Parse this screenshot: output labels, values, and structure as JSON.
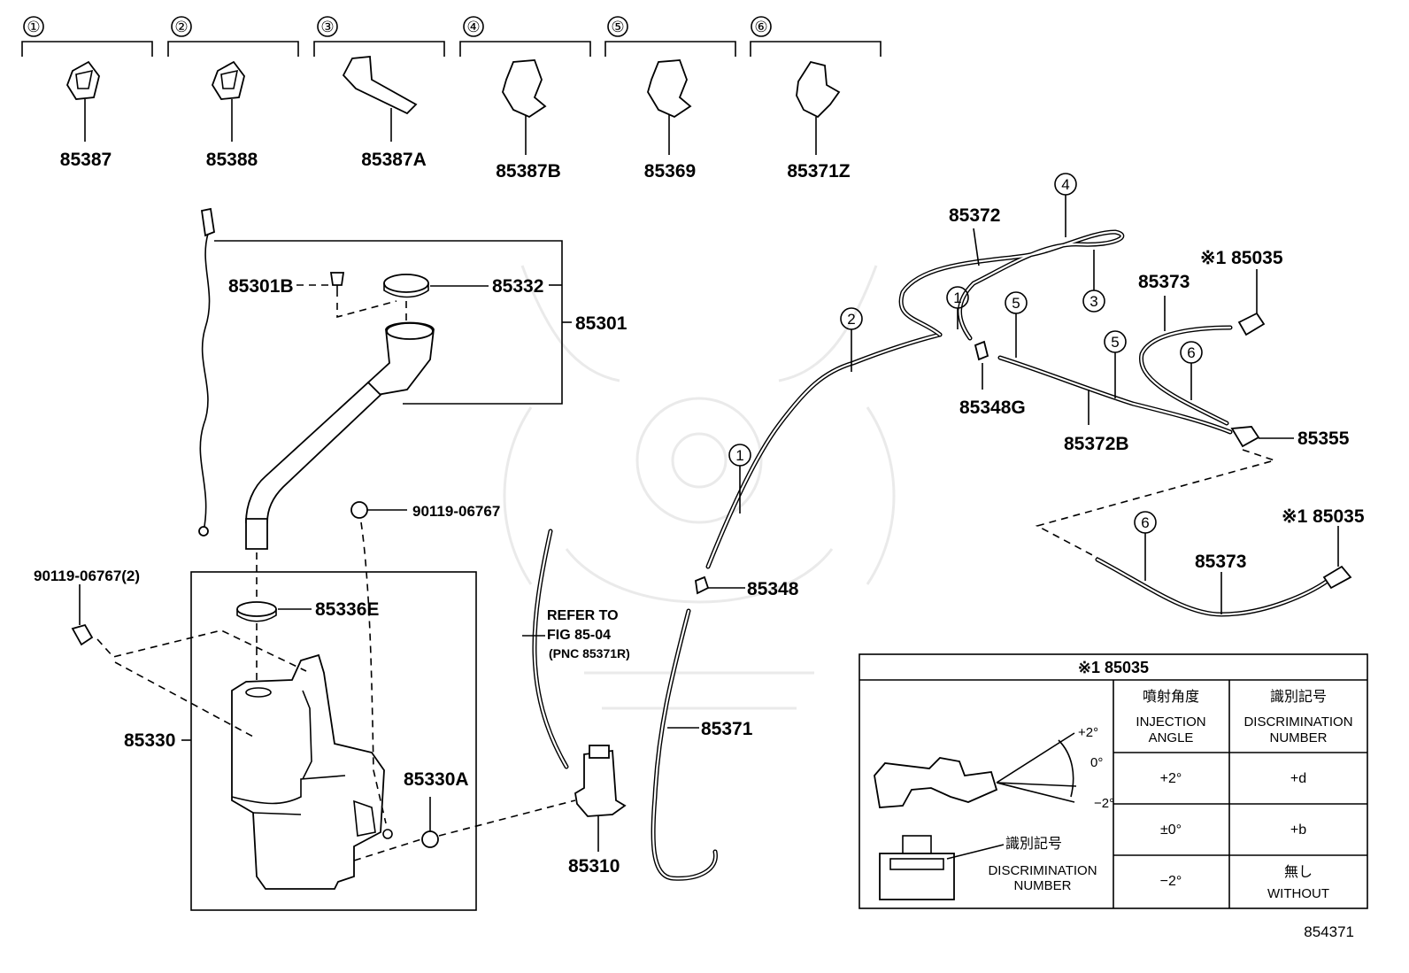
{
  "legend_clips": [
    {
      "circle": "①",
      "part": "85387"
    },
    {
      "circle": "②",
      "part": "85388"
    },
    {
      "circle": "③",
      "part": "85387A"
    },
    {
      "circle": "④",
      "part": "85387B"
    },
    {
      "circle": "⑤",
      "part": "85369"
    },
    {
      "circle": "⑥",
      "part": "85371Z"
    }
  ],
  "callouts": {
    "p85301B": "85301B",
    "p85332": "85332",
    "p85301": "85301",
    "p90119_top": "90119-06767",
    "p90119_left": "90119-06767(2)",
    "p85336E": "85336E",
    "p85330": "85330",
    "p85330A": "85330A",
    "p85310": "85310",
    "p85371": "85371",
    "p85348": "85348",
    "p85372": "85372",
    "p85348G": "85348G",
    "p85372B": "85372B",
    "p85373_top": "85373",
    "p85035_top": "※1 85035",
    "p85355": "85355",
    "p85035_bottom": "※1 85035",
    "p85373_bottom": "85373"
  },
  "clip_markers": {
    "c1a": "1",
    "c2": "2",
    "c1b": "1",
    "c4": "4",
    "c3": "3",
    "c5a": "5",
    "c5b": "5",
    "c6a": "6",
    "c6b": "6"
  },
  "refer_note": {
    "line1": "REFER TO",
    "line2": "FIG 85-04",
    "line3": "(PNC 85371R)"
  },
  "table": {
    "title": "※1 85035",
    "col1_jp": "噴射角度",
    "col1_en_1": "INJECTION",
    "col1_en_2": "ANGLE",
    "col2_jp": "識別記号",
    "col2_en_1": "DISCRIMINATION",
    "col2_en_2": "NUMBER",
    "rows": [
      {
        "angle": "+2°",
        "disc": "+d"
      },
      {
        "angle": "±0°",
        "disc": "+b"
      },
      {
        "angle": "−2°",
        "disc_jp": "無し",
        "disc": "WITHOUT"
      }
    ],
    "angle_labels": [
      "+2°",
      "0°",
      "−2°"
    ],
    "disc_label_jp": "識別記号",
    "disc_label_en_1": "DISCRIMINATION",
    "disc_label_en_2": "NUMBER"
  },
  "figure_number": "854371"
}
